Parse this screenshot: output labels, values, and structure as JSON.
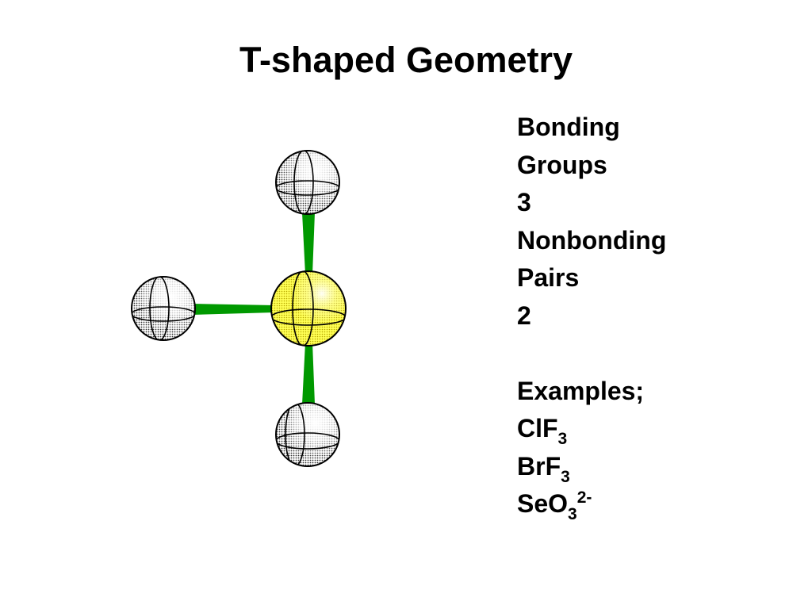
{
  "title": "T-shaped Geometry",
  "info": {
    "bonding_label_1": "Bonding",
    "bonding_label_2": "Groups",
    "bonding_value": "3",
    "nonbonding_label_1": "Nonbonding",
    "nonbonding_label_2": "Pairs",
    "nonbonding_value": "2",
    "examples_label": "Examples;",
    "examples": [
      {
        "base": "ClF",
        "sub": "3",
        "sup": ""
      },
      {
        "base": "BrF",
        "sub": "3",
        "sup": ""
      },
      {
        "base": "SeO",
        "sub": "3",
        "sup": "2-"
      }
    ]
  },
  "colors": {
    "bond": "#009900",
    "central_atom": "#ffff44",
    "outer_atom": "#e8e8e8",
    "outline": "#000000"
  }
}
